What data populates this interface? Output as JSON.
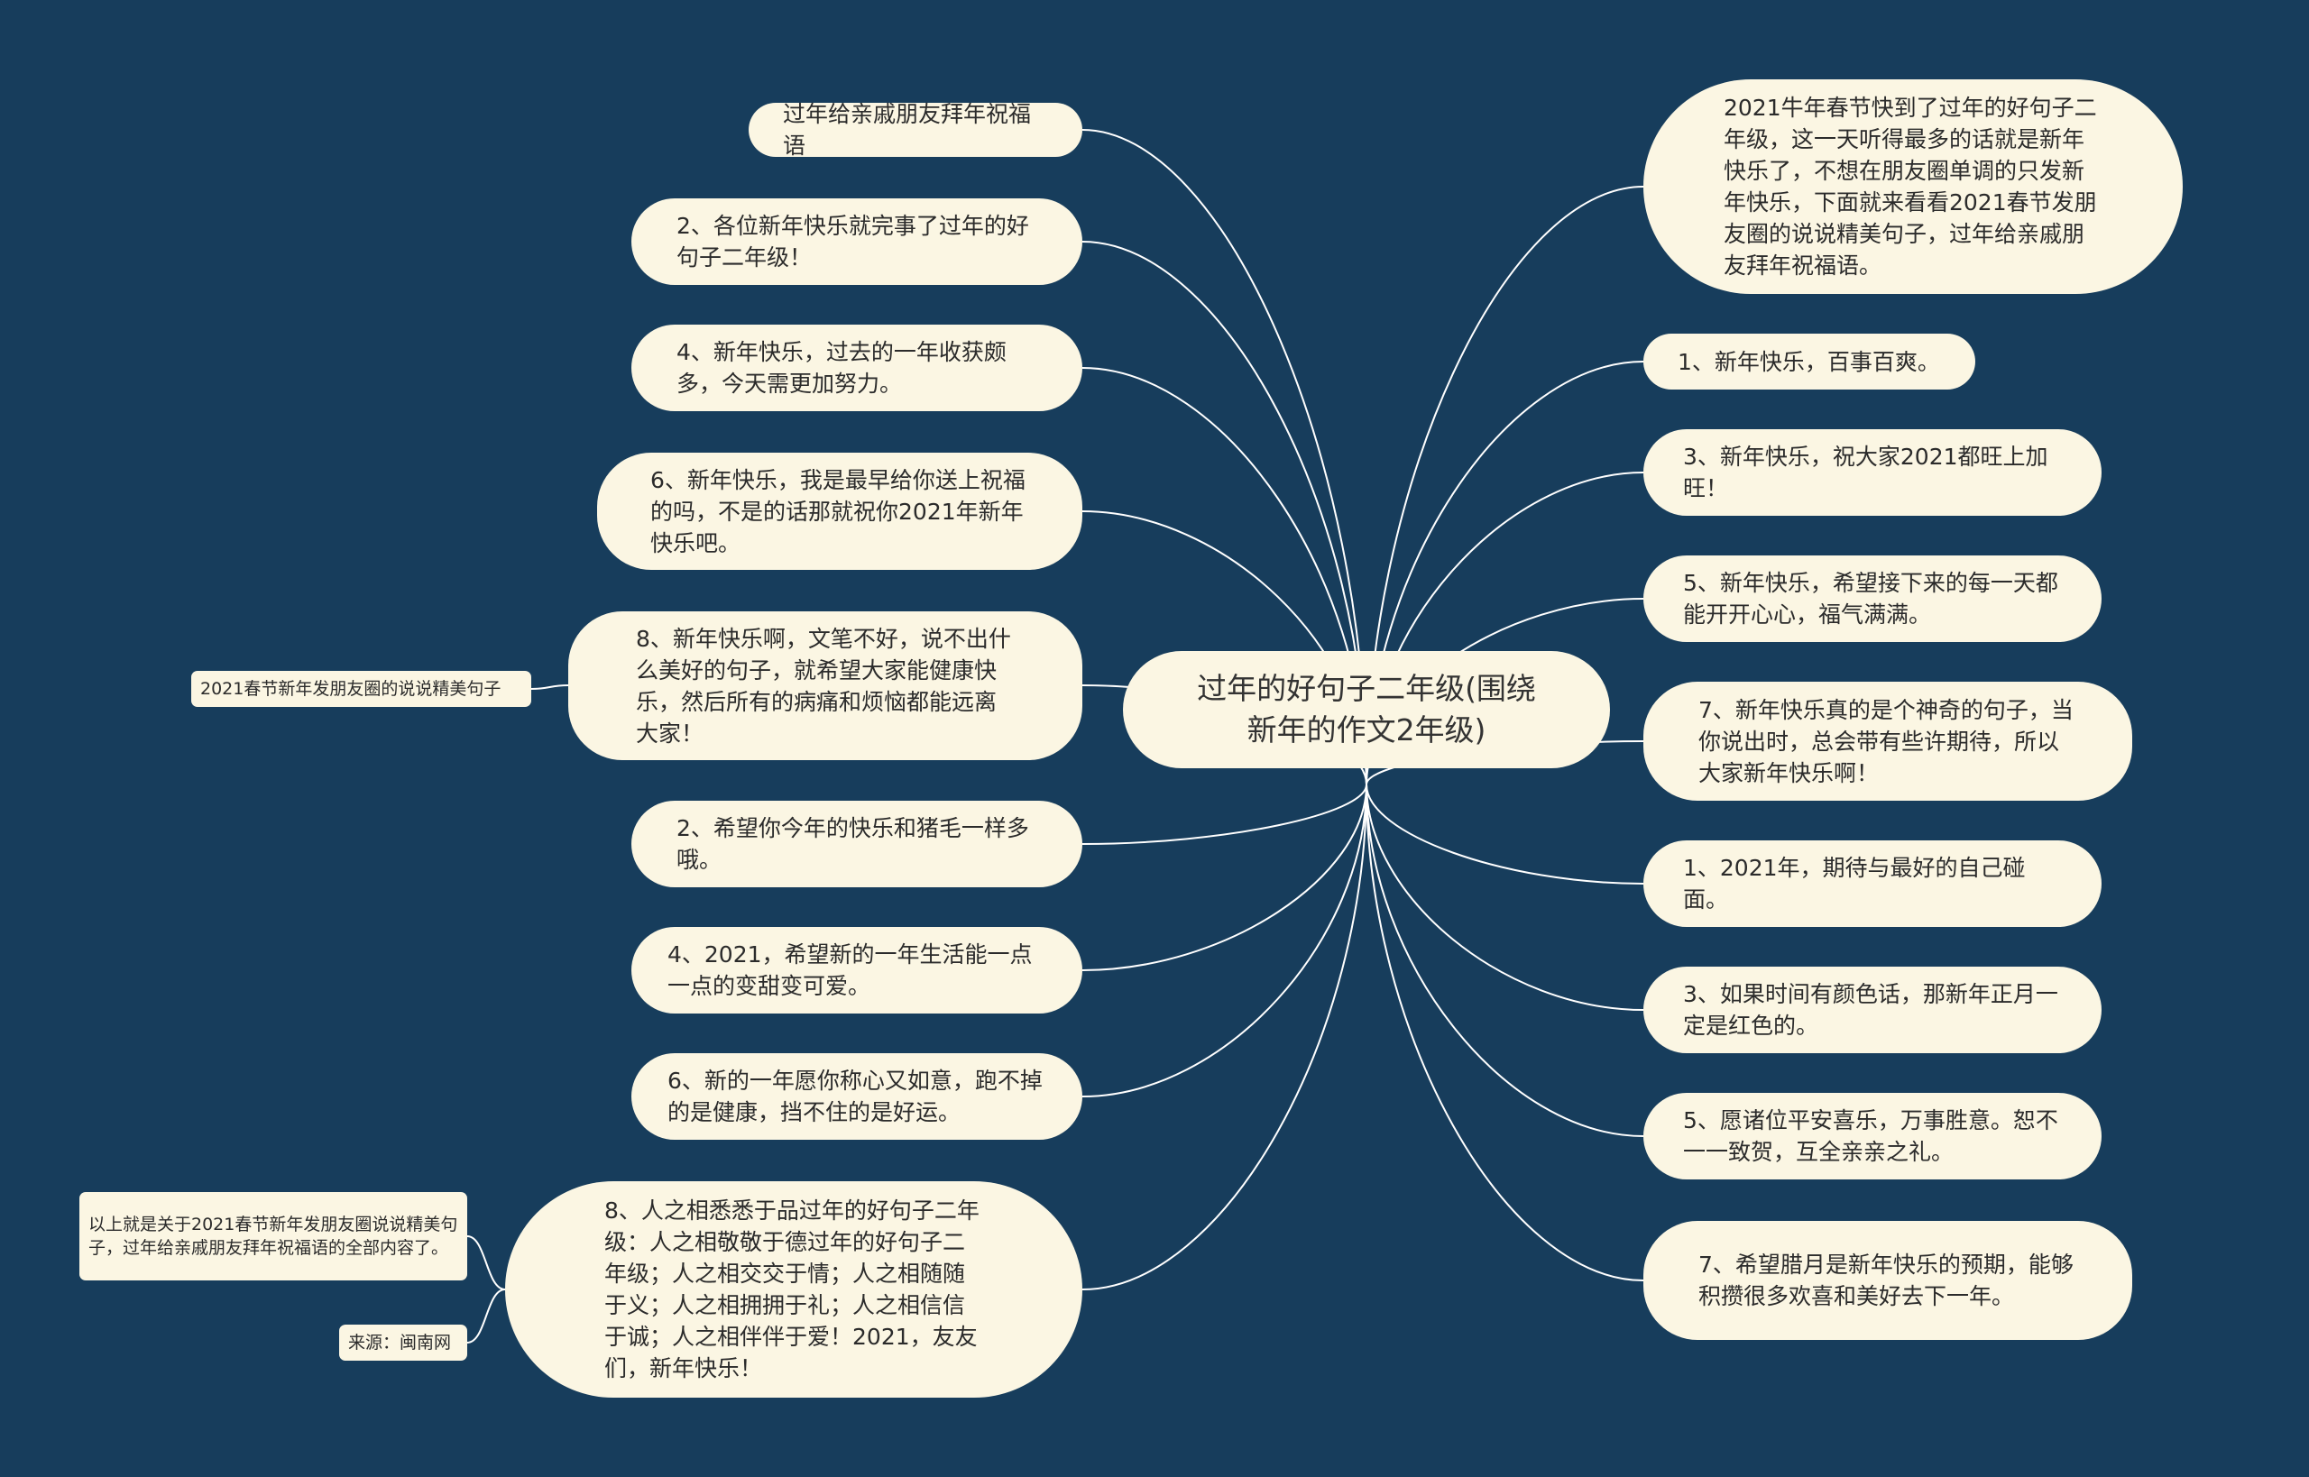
{
  "root": "过年的好句子二年级(围绕新年的作文2年级)",
  "left_nodes": [
    "过年给亲戚朋友拜年祝福语",
    "2、各位新年快乐就完事了过年的好句子二年级！",
    "4、新年快乐，过去的一年收获颇多，今天需更加努力。",
    "6、新年快乐，我是最早给你送上祝福的吗，不是的话那就祝你2021年新年快乐吧。",
    "8、新年快乐啊，文笔不好，说不出什么美好的句子，就希望大家能健康快乐，然后所有的病痛和烦恼都能远离大家！",
    "2、希望你今年的快乐和猪毛一样多哦。",
    "4、2021，希望新的一年生活能一点一点的变甜变可爱。",
    "6、新的一年愿你称心又如意，跑不掉的是健康，挡不住的是好运。",
    "8、人之相悉悉于品过年的好句子二年级：人之相敬敬于德过年的好句子二年级；人之相交交于情；人之相随随于义；人之相拥拥于礼；人之相信信于诚；人之相伴伴于爱！2021，友友们，新年快乐！"
  ],
  "right_nodes": [
    "2021牛年春节快到了过年的好句子二年级，这一天听得最多的话就是新年快乐了，不想在朋友圈单调的只发新年快乐，下面就来看看2021春节发朋友圈的说说精美句子，过年给亲戚朋友拜年祝福语。",
    "1、新年快乐，百事百爽。",
    "3、新年快乐，祝大家2021都旺上加旺！",
    "5、新年快乐，希望接下来的每一天都能开开心心，福气满满。",
    "7、新年快乐真的是个神奇的句子，当你说出时，总会带有些许期待，所以大家新年快乐啊！",
    "1、2021年，期待与最好的自己碰面。",
    "3、如果时间有颜色话，那新年正月一定是红色的。",
    "5、愿诸位平安喜乐，万事胜意。恕不一一致贺，互全亲亲之礼。",
    "7、希望腊月是新年快乐的预期，能够积攒很多欢喜和美好去下一年。"
  ],
  "side_notes": [
    "2021春节新年发朋友圈的说说精美句子",
    "以上就是关于2021春节新年发朋友圈说说精美句子，过年给亲戚朋友拜年祝福语的全部内容了。",
    "来源：闽南网"
  ],
  "colors": {
    "background": "#173d5c",
    "node": "#fbf6e3",
    "link": "#ffffff"
  }
}
